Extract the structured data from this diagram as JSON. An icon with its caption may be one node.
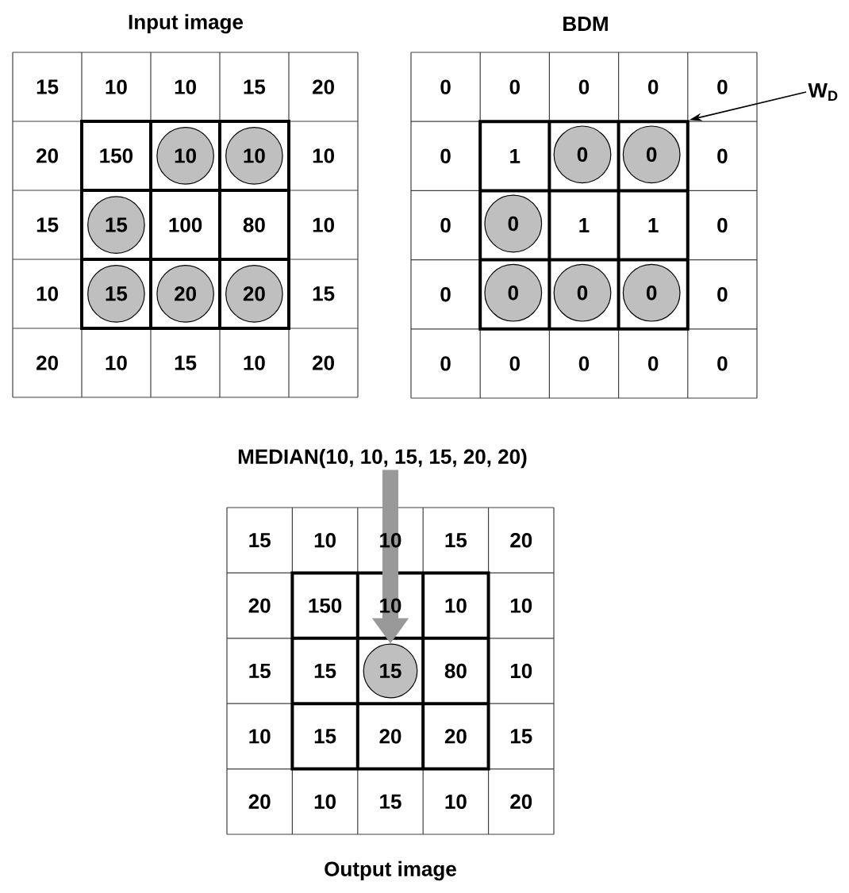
{
  "diagram": {
    "nodes": [
      {
        "text": [
          "10"
        ]
      },
      {
        "text": [
          "10"
        ]
      },
      {
        "text": [
          "15"
        ]
      },
      {
        "text": [
          "15"
        ]
      },
      {
        "text": [
          "20"
        ]
      },
      {
        "text": [
          "20"
        ]
      },
      {
        "text": [
          "W$_{D}$"
        ]
      },
      {
        "text": [],
        "shape": "box"
      },
      {
        "text": [
          "0"
        ],
        "in": 7
      },
      {
        "text": [
          "0"
        ],
        "in": 7
      },
      {
        "text": [
          "0"
        ],
        "in": 7
      },
      {
        "text": [
          "0"
        ],
        "in": 7
      },
      {
        "text": [
          "0"
        ],
        "in": 7
      },
      {
        "text": [
          "0"
        ],
        "in": 7
      },
      {
        "text": [
          "MEDIAN(10, 10, 15, 15, 20, 20)"
        ]
      },
      {
        "text": [
          "15"
        ]
      }
    ],
    "edges": [
      {
        "from": 6,
        "to": 7,
        "arrow": "to"
      },
      {
        "from": 14,
        "to": 15,
        "arrow": "to",
        "style": "thick",
        "color": "#999999"
      }
    ],
    "labels": [
      "Input image",
      "15",
      "10",
      "10",
      "15",
      "20",
      "20",
      "150",
      "10",
      "15",
      "100",
      "80",
      "10",
      "10",
      "15",
      "20",
      "10",
      "15",
      "10",
      "20",
      "BDM",
      "0",
      "0",
      "0",
      "0",
      "0",
      "0",
      "1",
      "0",
      "0",
      "1",
      "1",
      "0",
      "0",
      "0",
      "0",
      "0",
      "0",
      "0",
      "0",
      "15",
      "10",
      "10",
      "15",
      "20",
      "20",
      "150",
      "10",
      "10",
      "10",
      "15",
      "15",
      "80",
      "10",
      "10",
      "15",
      "20",
      "20",
      "15",
      "20",
      "10",
      "15",
      "10",
      "20",
      "Output image"
    ]
  }
}
